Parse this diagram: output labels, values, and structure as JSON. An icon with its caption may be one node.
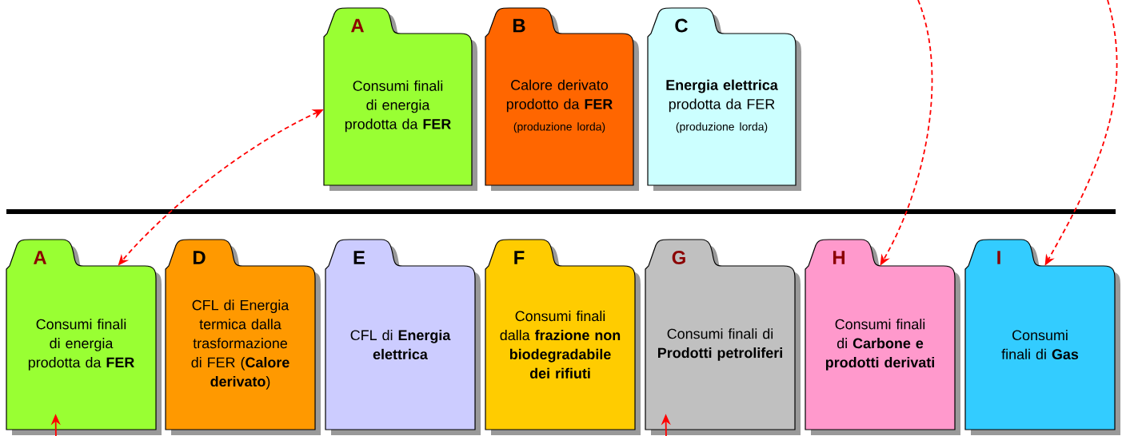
{
  "diagram": {
    "nodes": [
      {
        "text": [
          "A",
          "Consumi finali di energia prodotta da **FER**"
        ]
      },
      {
        "text": [
          "B",
          "Calore derivato prodotto da **FER**",
          "(produzione lorda)"
        ]
      },
      {
        "text": [
          "C",
          "**Energia elettrica** prodotta da FER",
          "(produzione lorda)"
        ]
      },
      {
        "text": [
          "A",
          "Consumi finali di energia prodotta da **FER**"
        ]
      },
      {
        "text": [
          "D",
          "CFL di Energia termica dalla trasformazione di FER (**Calore derivato**)"
        ]
      },
      {
        "text": [
          "E",
          "CFL di **Energia elettrica**"
        ]
      },
      {
        "text": [
          "F",
          "Consumi finali dalla **frazione non biodegradabile dei rifiuti**"
        ]
      },
      {
        "text": [
          "G",
          "Consumi finali di **Prodotti petroliferi**"
        ]
      },
      {
        "text": [
          "H",
          "Consumi finali di **Carbone e prodotti derivati**"
        ]
      },
      {
        "text": [
          "I",
          "Consumi finali di **Gas**"
        ]
      }
    ],
    "edges": [
      {
        "from": 0,
        "to": 3,
        "arrow": "both",
        "style": "dashed"
      },
      {
        "from": null,
        "to": 8,
        "arrow": "to",
        "style": "dashed"
      },
      {
        "from": null,
        "to": 9,
        "arrow": "to",
        "style": "dashed"
      },
      {
        "from": null,
        "to": 3,
        "arrow": "to"
      },
      {
        "from": null,
        "to": 7,
        "arrow": "to"
      }
    ]
  }
}
